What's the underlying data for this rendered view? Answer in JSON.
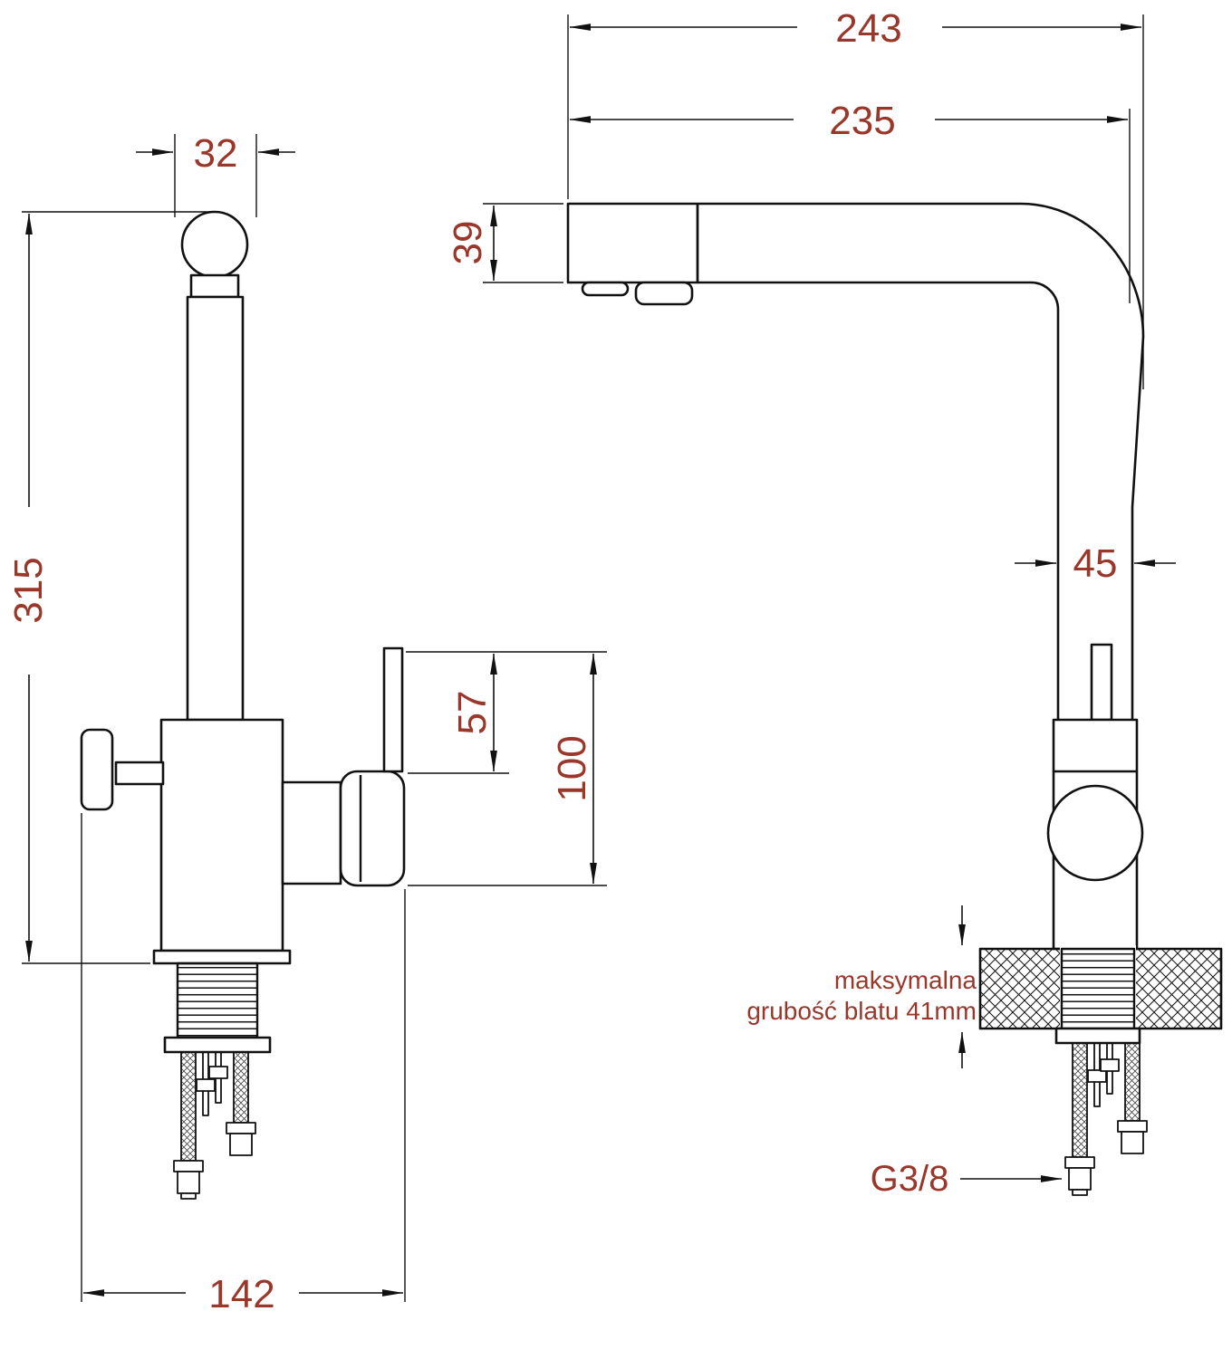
{
  "page": {
    "background": "#ffffff"
  },
  "diagram": {
    "line_color": "#111111",
    "dimension_color": "#9a372b",
    "front_view": {
      "dim_top_width": "32",
      "dim_height": "315",
      "dim_lever_height": "57",
      "dim_handle_height": "100",
      "dim_base_width": "142"
    },
    "side_view": {
      "dim_total_reach": "243",
      "dim_spout_reach": "235",
      "dim_spout_height": "39",
      "dim_body_width": "45",
      "note_line1": "maksymalna",
      "note_line2": "grubość blatu 41mm",
      "thread_label": "G3/8"
    }
  }
}
